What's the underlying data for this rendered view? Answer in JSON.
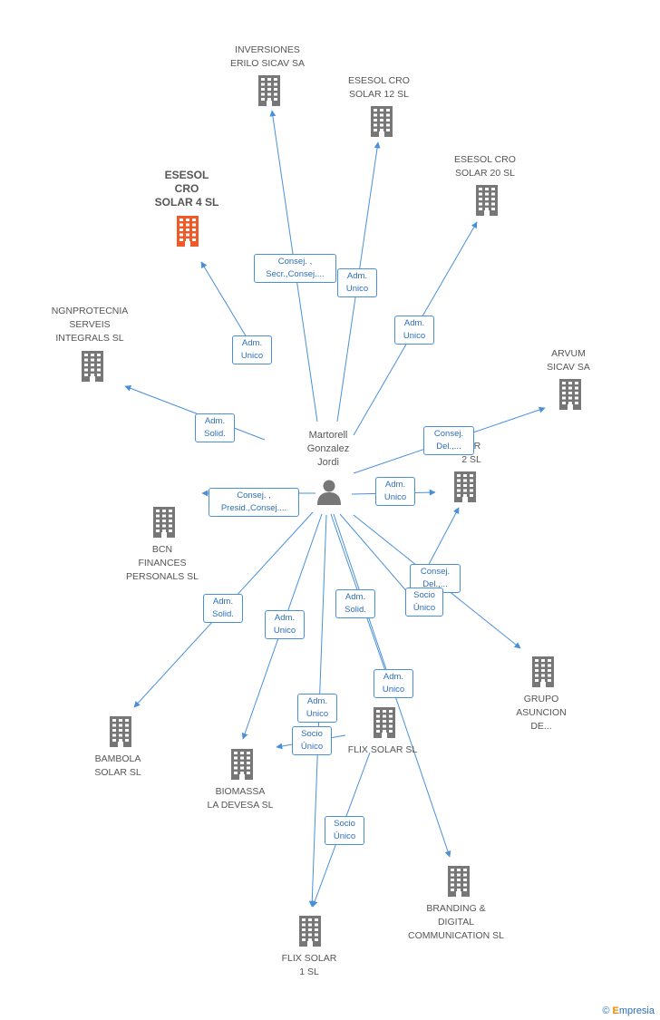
{
  "colors": {
    "edge": "#4a90d9",
    "building": "#777777",
    "focus_building": "#f05a28"
  },
  "center": {
    "label": "Martorell\nGonzalez\nJordi",
    "icon": "person-icon"
  },
  "nodes": [
    {
      "id": "inversiones",
      "label": "INVERSIONES\nERILO SICAV SA",
      "focus": false
    },
    {
      "id": "cro12",
      "label": "ESESOL CRO\nSOLAR 12 SL",
      "focus": false
    },
    {
      "id": "cro4",
      "label": "ESESOL\nCRO\nSOLAR 4 SL",
      "focus": true
    },
    {
      "id": "cro20",
      "label": "ESESOL CRO\nSOLAR 20 SL",
      "focus": false
    },
    {
      "id": "ngn",
      "label": "NGNPROTECNIA\nSERVEIS\nINTEGRALS SL",
      "focus": false
    },
    {
      "id": "arvum",
      "label": "ARVUM\nSICAV SA",
      "focus": false
    },
    {
      "id": "lar2",
      "label": "LAR\n2 SL",
      "focus": false
    },
    {
      "id": "bcn",
      "label": "BCN\nFINANCES\nPERSONALS  SL",
      "focus": false
    },
    {
      "id": "grupo",
      "label": "GRUPO\nASUNCION\nDE...",
      "focus": false
    },
    {
      "id": "bambola",
      "label": "BAMBOLA\nSOLAR SL",
      "focus": false
    },
    {
      "id": "biomassa",
      "label": "BIOMASSA\nLA DEVESA SL",
      "focus": false
    },
    {
      "id": "flix",
      "label": "FLIX SOLAR SL",
      "focus": false
    },
    {
      "id": "branding",
      "label": "BRANDING &\nDIGITAL\nCOMMUNICATION SL",
      "focus": false
    },
    {
      "id": "flix1",
      "label": "FLIX SOLAR\n1 SL",
      "focus": false
    }
  ],
  "edge_labels": [
    {
      "text": "Consej. ,\nSecr.,Consej...."
    },
    {
      "text": "Adm.\nUnico"
    },
    {
      "text": "Adm.\nUnico"
    },
    {
      "text": "Adm.\nUnico"
    },
    {
      "text": "Adm.\nSolid."
    },
    {
      "text": "Consej.\nDel.,..."
    },
    {
      "text": "Adm.\nUnico"
    },
    {
      "text": "Consej. ,\nPresid.,Consej...."
    },
    {
      "text": "Consej.\nDel.,..."
    },
    {
      "text": "Socio\nÚnico"
    },
    {
      "text": "Adm.\nSolid."
    },
    {
      "text": "Adm.\nSolid."
    },
    {
      "text": "Adm.\nUnico"
    },
    {
      "text": "Adm.\nUnico"
    },
    {
      "text": "Adm.\nUnico"
    },
    {
      "text": "Socio\nÚnico"
    },
    {
      "text": "Socio\nÚnico"
    }
  ],
  "footer": {
    "copyright": "©",
    "brand_initial": "E",
    "brand_rest": "mpresia"
  }
}
